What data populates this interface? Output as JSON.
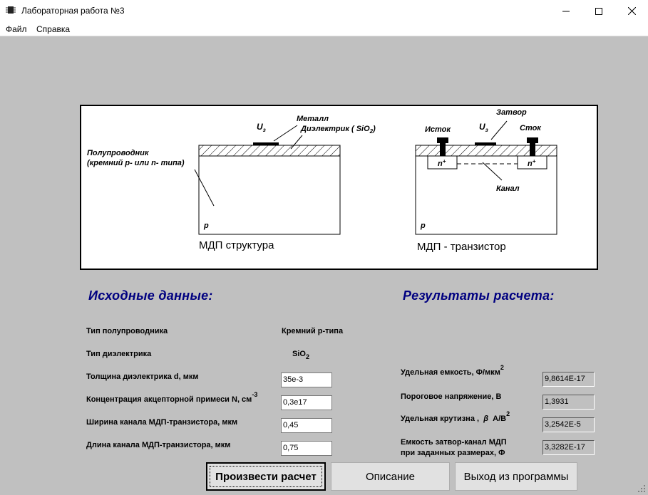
{
  "window": {
    "title": "Лабораторная работа №3",
    "icon": "chip-icon"
  },
  "menu": [
    "Файл",
    "Справка"
  ],
  "diagram": {
    "left": {
      "metal_label": "Металл",
      "dielectric_label": "Диэлектрик ( SiO",
      "dielectric_sub": "2",
      "dielectric_close": ")",
      "gate_voltage": "U",
      "gate_voltage_sub": "з",
      "semiconductor_line1": "Полупроводник",
      "semiconductor_line2": "(кремний р- или n- типа)",
      "region_label": "p",
      "caption": "МДП структура"
    },
    "right": {
      "gate_label": "Затвор",
      "source_label": "Исток",
      "drain_label": "Сток",
      "gate_voltage": "U",
      "gate_voltage_sub": "з",
      "n_plus": "n",
      "plus": "+",
      "channel_label": "Канал",
      "region_label": "p",
      "caption": "МДП - транзистор"
    }
  },
  "inputs_section": {
    "heading": "Исходные данные:",
    "semiconductor_type_label": "Тип полупроводника",
    "semiconductor_type_value": "Кремний р-типа",
    "dielectric_type_label": "Тип диэлектрика",
    "dielectric_type_value": "SiO",
    "dielectric_type_sub": "2",
    "thickness_label": "Толщина диэлектрика d, мкм",
    "thickness_value": "35e-3",
    "concentration_label": "Концентрация акцепторной примеси N, см",
    "concentration_sup": "-3",
    "concentration_value": "0,3e17",
    "width_label": "Ширина канала МДП-транзистора, мкм",
    "width_value": "0,45",
    "length_label": "Длина канала МДП-транзистора, мкм",
    "length_value": "0,75"
  },
  "results_section": {
    "heading": "Результаты расчета:",
    "capacitance_label": "Удельная емкость, Ф/мкм",
    "capacitance_sup": "2",
    "capacitance_value": "9,8614E-17",
    "threshold_label": "Пороговое напряжение, В",
    "threshold_value": "1,3931",
    "transconductance_label": "Удельная крутизна ,",
    "transconductance_symbol": "β",
    "transconductance_unit": "А/В",
    "transconductance_sup": "2",
    "transconductance_value": "3,2542E-5",
    "gate_cap_label_line1": "Емкость затвор-канал МДП",
    "gate_cap_label_line2": "при заданных размерах, Ф",
    "gate_cap_value": "3,3282E-17"
  },
  "buttons": {
    "calculate": "Произвести расчет",
    "description": "Описание",
    "exit": "Выход из программы"
  },
  "colors": {
    "client_bg": "#c0c0c0",
    "heading": "#000080"
  }
}
